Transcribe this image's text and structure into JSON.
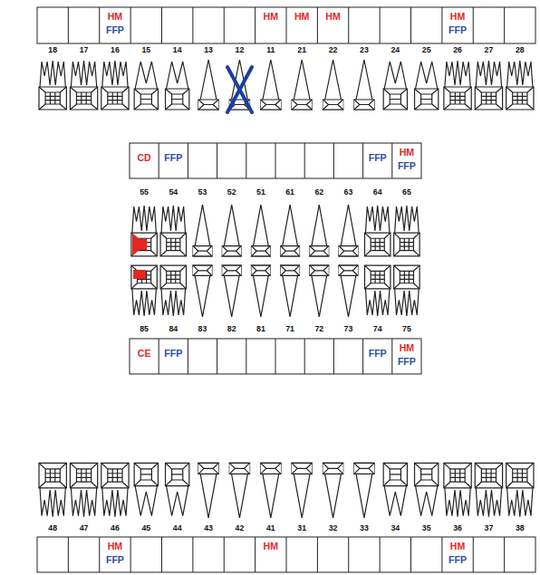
{
  "diagram": {
    "labels": [
      "HM",
      "FFP",
      "HM",
      "HM",
      "HM",
      "HM",
      "FFP",
      "18",
      "17",
      "16",
      "15",
      "14",
      "13",
      "12",
      "11",
      "21",
      "22",
      "23",
      "24",
      "25",
      "26",
      "27",
      "28",
      "CD",
      "FFP",
      "FFP",
      "HM",
      "FFP",
      "55",
      "54",
      "53",
      "52",
      "51",
      "61",
      "62",
      "63",
      "64",
      "65",
      "85",
      "84",
      "83",
      "82",
      "81",
      "71",
      "72",
      "73",
      "74",
      "75",
      "CE",
      "FFP",
      "FFP",
      "HM",
      "FFP",
      "48",
      "47",
      "46",
      "45",
      "44",
      "43",
      "42",
      "41",
      "31",
      "32",
      "33",
      "34",
      "35",
      "36",
      "37",
      "38",
      "HM",
      "FFP",
      "HM",
      "HM",
      "FFP"
    ]
  }
}
